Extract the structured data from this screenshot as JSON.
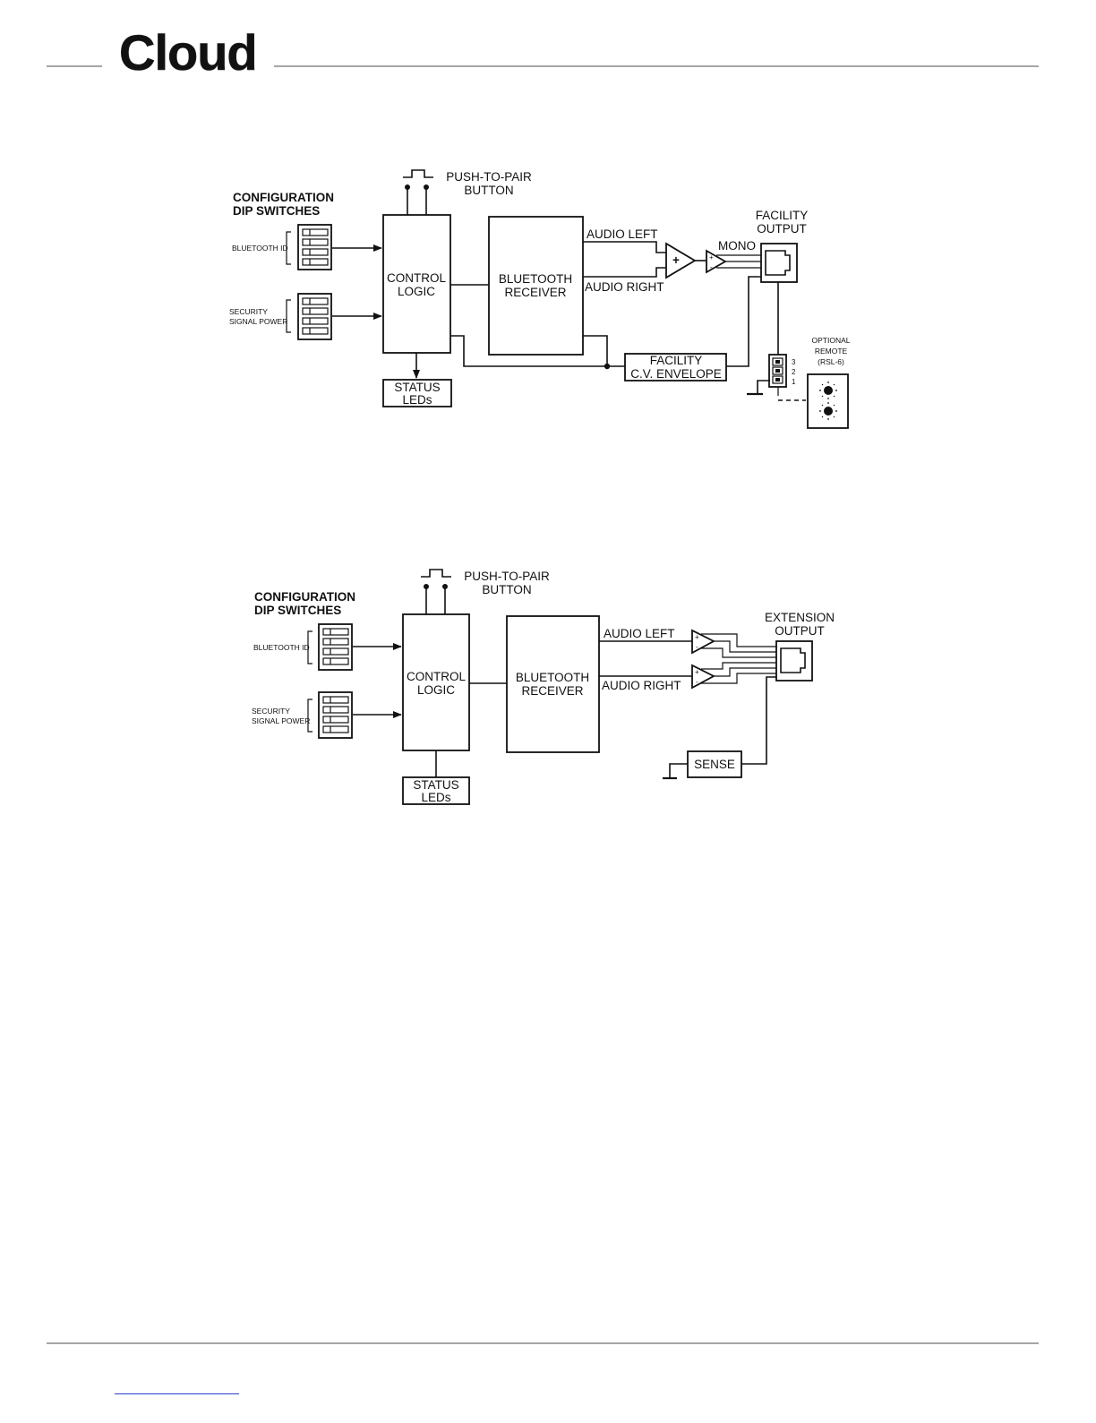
{
  "header": {
    "logo_text": "Cloud"
  },
  "diagram1": {
    "title_line1": "CONFIGURATION",
    "title_line2": "DIP SWITCHES",
    "bluetooth_id": "BLUETOOTH ID",
    "security": "SECURITY",
    "signal_power": "SIGNAL POWER",
    "push_to_pair_line1": "PUSH-TO-PAIR",
    "push_to_pair_line2": "BUTTON",
    "control_logic_line1": "CONTROL",
    "control_logic_line2": "LOGIC",
    "bt_receiver_line1": "BLUETOOTH",
    "bt_receiver_line2": "RECEIVER",
    "audio_left": "AUDIO LEFT",
    "audio_right": "AUDIO RIGHT",
    "mono": "MONO",
    "output_line1": "FACILITY",
    "output_line2": "OUTPUT",
    "envelope_line1": "FACILITY",
    "envelope_line2": "C.V. ENVELOPE",
    "status_line1": "STATUS",
    "status_line2": "LEDs",
    "remote_line1": "OPTIONAL",
    "remote_line2": "REMOTE",
    "remote_line3": "(RSL-6)",
    "pin3": "3",
    "pin2": "2",
    "pin1": "1",
    "plus": "+",
    "minus": "-"
  },
  "diagram2": {
    "title_line1": "CONFIGURATION",
    "title_line2": "DIP SWITCHES",
    "bluetooth_id": "BLUETOOTH ID",
    "security": "SECURITY",
    "signal_power": "SIGNAL POWER",
    "push_to_pair_line1": "PUSH-TO-PAIR",
    "push_to_pair_line2": "BUTTON",
    "control_logic_line1": "CONTROL",
    "control_logic_line2": "LOGIC",
    "bt_receiver_line1": "BLUETOOTH",
    "bt_receiver_line2": "RECEIVER",
    "audio_left": "AUDIO LEFT",
    "audio_right": "AUDIO RIGHT",
    "output_line1": "EXTENSION",
    "output_line2": "OUTPUT",
    "sense": "SENSE",
    "status_line1": "STATUS",
    "status_line2": "LEDs",
    "plus": "+",
    "minus": "-"
  },
  "colors": {
    "line": "#111111",
    "rule": "#888888",
    "link": "#2a3fd0"
  }
}
